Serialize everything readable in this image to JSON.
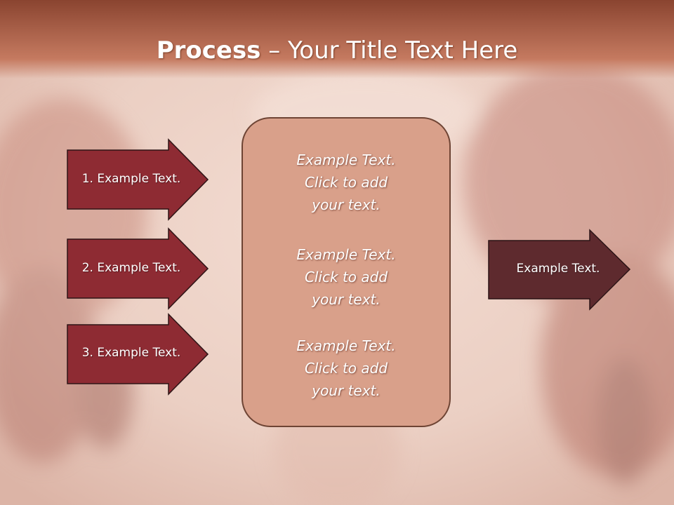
{
  "slide": {
    "title_bold": "Process",
    "title_rest": " – Your Title Text Here"
  },
  "colors": {
    "title_band": "#a8563b",
    "left_arrow_fill": "#8e2b33",
    "right_arrow_fill": "#5e2a2e",
    "center_box_fill": "#d9a08a",
    "background": "#e8c9bd"
  },
  "left_steps": [
    {
      "label": "1. Example Text."
    },
    {
      "label": "2. Example Text."
    },
    {
      "label": "3. Example Text."
    }
  ],
  "center_blocks": [
    {
      "line1": "Example Text.",
      "line2": "Click  to add",
      "line3": "your text."
    },
    {
      "line1": "Example Text.",
      "line2": "Click  to add",
      "line3": "your text."
    },
    {
      "line1": "Example Text.",
      "line2": "Click  to add",
      "line3": "your text."
    }
  ],
  "right_output": {
    "label": "Example Text."
  }
}
